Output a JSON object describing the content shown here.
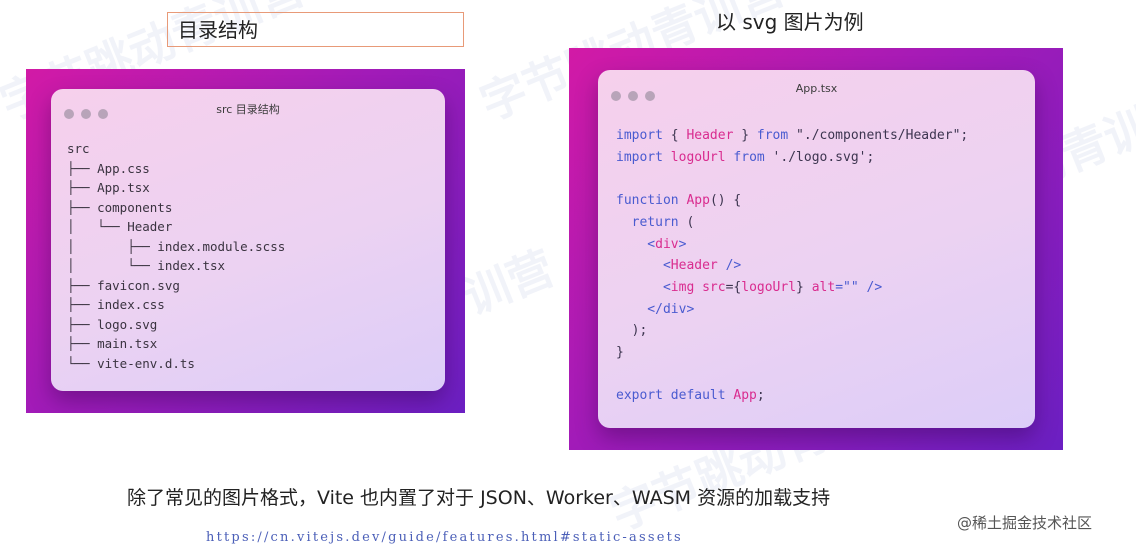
{
  "left_label": "目录结构",
  "right_label": "以 svg 图片为例",
  "left_window": {
    "title": "src 目录结构",
    "tree": [
      "src",
      "├── App.css",
      "├── App.tsx",
      "├── components",
      "│   └── Header",
      "│       ├── index.module.scss",
      "│       └── index.tsx",
      "├── favicon.svg",
      "├── index.css",
      "├── logo.svg",
      "├── main.tsx",
      "└── vite-env.d.ts"
    ]
  },
  "right_window": {
    "title": "App.tsx",
    "code": {
      "l1_kw": "import",
      "l1_a": " { ",
      "l1_id": "Header",
      "l1_b": " } ",
      "l1_kw2": "from",
      "l1_str": " \"./components/Header\";",
      "l2_kw": "import",
      "l2_id": " logoUrl",
      "l2_kw2": " from",
      "l2_str": " './logo.svg';",
      "l4_kw": "function",
      "l4_id": " App",
      "l4_rest": "() {",
      "l5_kw": "  return",
      "l5_rest": " (",
      "l6_open": "    <",
      "l6_tag": "div",
      "l6_close": ">",
      "l7_open": "      <",
      "l7_tag": "Header",
      "l7_close": " />",
      "l8_open": "      <",
      "l8_tag": "img",
      "l8_attr": " src",
      "l8_a": "={",
      "l8_val": "logoUrl",
      "l8_b": "} ",
      "l8_attr2": "alt",
      "l8_c": "=\"\" />",
      "l9_open": "    </",
      "l9_tag": "div",
      "l9_close": ">",
      "l10": "  );",
      "l11": "}",
      "l13_kw": "export default",
      "l13_id": " App",
      "l13_rest": ";"
    }
  },
  "bottom_text": "除了常见的图片格式，Vite 也内置了对于 JSON、Worker、WASM 资源的加载支持",
  "link": "https://cn.vitejs.dev/guide/features.html#static-assets",
  "credit": "@稀土掘金技术社区",
  "watermark": "字节跳动青训营"
}
